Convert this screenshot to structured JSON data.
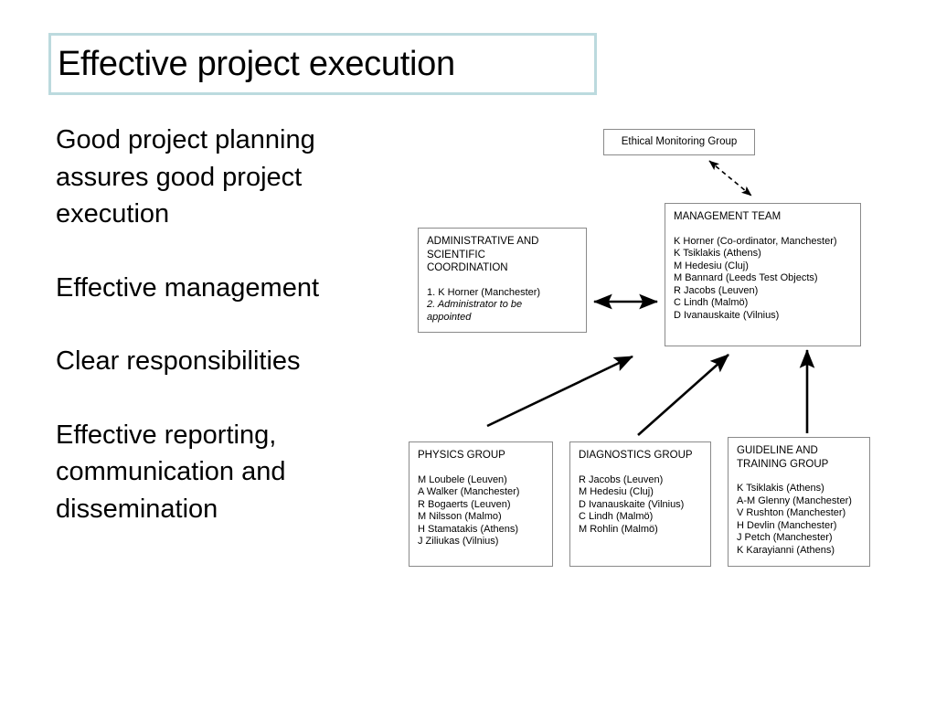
{
  "slide": {
    "title": "Effective project execution",
    "title_border_color": "#bcdade",
    "background_color": "#ffffff"
  },
  "left_text": {
    "paragraphs": [
      "Good project planning assures good project execution",
      "Effective management",
      "Clear responsibilities",
      "Effective reporting, communication and dissemination"
    ]
  },
  "diagram": {
    "box_border_color": "#8a8a8a",
    "arrow_color": "#000000",
    "boxes": {
      "ethical": {
        "heading": "Ethical Monitoring Group",
        "members": []
      },
      "management": {
        "heading": "MANAGEMENT TEAM",
        "members": [
          "K Horner (Co-ordinator, Manchester)",
          "K Tsiklakis (Athens)",
          "M Hedesiu (Cluj)",
          "M Bannard (Leeds Test Objects)",
          "R Jacobs (Leuven)",
          "C Lindh (Malmö)",
          "D Ivanauskaite (Vilnius)"
        ]
      },
      "admin": {
        "heading": "ADMINISTRATIVE AND\nSCIENTIFIC\nCOORDINATION",
        "members": [
          "1. K Horner (Manchester)"
        ],
        "italic_members": [
          "2. Administrator to be",
          "appointed"
        ]
      },
      "physics": {
        "heading": "PHYSICS GROUP",
        "members": [
          "M Loubele (Leuven)",
          "A Walker (Manchester)",
          "R Bogaerts (Leuven)",
          "M Nilsson (Malmo)",
          "H Stamatakis (Athens)",
          "J Ziliukas (Vilnius)"
        ]
      },
      "diagnostics": {
        "heading": "DIAGNOSTICS GROUP",
        "members": [
          "R Jacobs (Leuven)",
          "M Hedesiu (Cluj)",
          "D Ivanauskaite (Vilnius)",
          "C Lindh (Malmö)",
          "M Rohlin (Malmö)"
        ]
      },
      "guideline": {
        "heading": "GUIDELINE AND\nTRAINING GROUP",
        "members": [
          "K Tsiklakis (Athens)",
          "A-M Glenny (Manchester)",
          "V Rushton (Manchester)",
          "H Devlin (Manchester)",
          "J Petch (Manchester)",
          "K Karayianni (Athens)"
        ]
      }
    },
    "connectors": [
      {
        "name": "ethical-management",
        "style": "dashed",
        "heads": "both"
      },
      {
        "name": "admin-management",
        "style": "solid",
        "heads": "both"
      },
      {
        "name": "physics-management",
        "style": "solid",
        "heads": "end"
      },
      {
        "name": "diagnostics-management",
        "style": "solid",
        "heads": "end"
      },
      {
        "name": "guideline-management",
        "style": "solid",
        "heads": "end"
      }
    ]
  }
}
